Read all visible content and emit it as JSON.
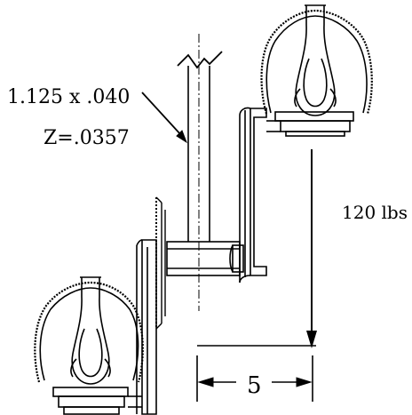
{
  "annotations": {
    "tube_size": "1.125 x .040",
    "section_modulus": "Z=.0357",
    "load": "120 lbs",
    "arm_length": "5"
  },
  "colors": {
    "ink": "#000000",
    "background": "#ffffff"
  }
}
